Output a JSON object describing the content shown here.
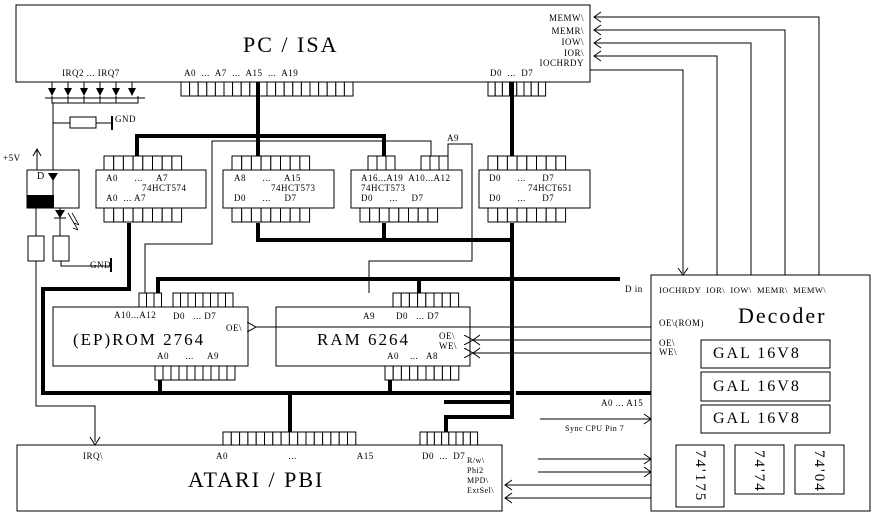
{
  "pc_isa": {
    "title": "PC / ISA",
    "irq_label": "IRQ2 ... IRQ7",
    "addr_label": "A0  ...  A7  ...  A15  ...  A19",
    "data_label": "D0  ...  D7",
    "signals": [
      "MEMW\\",
      "MEMR\\",
      "IOW\\",
      "IOR\\",
      "IOCHRDY"
    ]
  },
  "irq_circuit": {
    "gnd1": "GND",
    "gnd2": "GND",
    "vcc": "+5V",
    "flipflop_label": "D"
  },
  "chips": {
    "u574": {
      "top": "A0      ...     A7",
      "part": "74HCT574",
      "bottom": "A0  ... A7"
    },
    "u573a": {
      "top": "A8      ...     A15",
      "part": "74HCT573",
      "bottom": "D0      ...     D7"
    },
    "u573b": {
      "top": "A16...A19  A10...A12",
      "part": "74HCT573",
      "bottom": "D0      ...     D7"
    },
    "u651": {
      "top": "D0      ...      D7",
      "part": "74HCT651",
      "bottom": "D0      ...      D7"
    },
    "a9_label": "A9"
  },
  "eprom": {
    "title": "(EP)ROM 2764",
    "addr_high": "A10...A12",
    "data": "D0   ... D7",
    "addr_low": "A0      ...     A9",
    "oe": "OE\\"
  },
  "ram": {
    "title": "RAM 6264",
    "a9": "A9",
    "data": "D0   ... D7",
    "addr_low": "A0    ...   A8",
    "oe": "OE\\",
    "we": "WE\\"
  },
  "decoder": {
    "title": "Decoder",
    "inputs_top": "IOCHRDY  IOR\\  IOW\\  MEMR\\  MEMW\\",
    "oe_rom": "OE\\(ROM)",
    "oe": "OE\\",
    "we": "WE\\",
    "d_in": "D in",
    "gals": [
      "GAL 16V8",
      "GAL 16V8",
      "GAL 16V8"
    ],
    "logic": [
      "74'175",
      "74'74",
      "74'04"
    ]
  },
  "bus_labels": {
    "addr": "A0 ... A15",
    "sync": "Sync CPU Pin 7"
  },
  "atari_pbi": {
    "title": "ATARI / PBI",
    "irq": "IRQ\\",
    "addr": "A0                      ...                      A15",
    "data": "D0  ...  D7",
    "signals": [
      "R/w\\",
      "Phi2",
      "MPD\\",
      "ExtSel\\"
    ]
  }
}
